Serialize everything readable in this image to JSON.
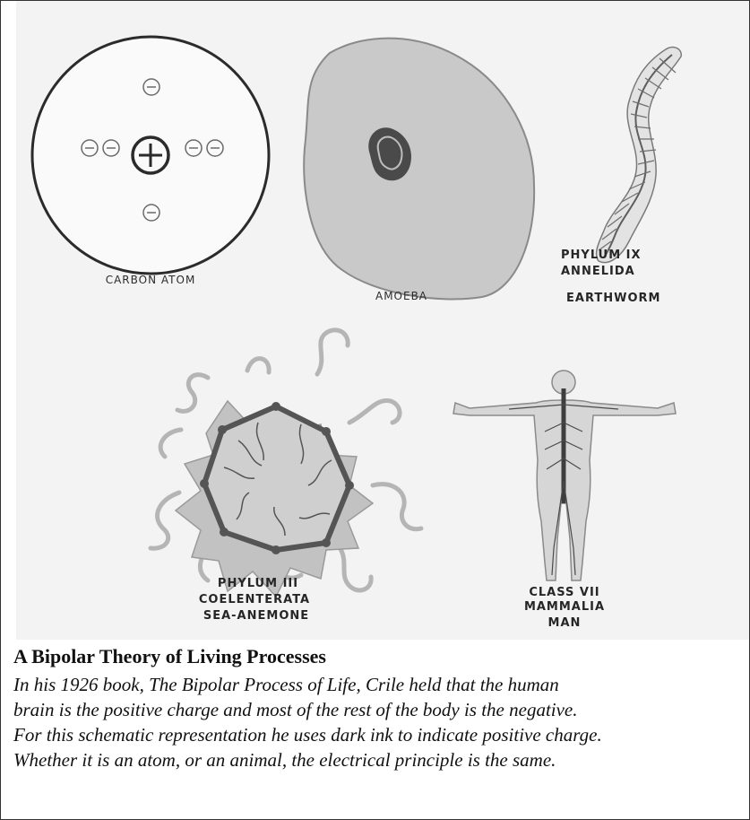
{
  "figure": {
    "panels": [
      {
        "id": "carbon-atom",
        "label": "CARBON ATOM"
      },
      {
        "id": "amoeba",
        "label": "AMOEBA"
      },
      {
        "id": "earthworm",
        "label_lines": [
          "PHYLUM IX",
          "ANNELIDA",
          "EARTHWORM"
        ]
      },
      {
        "id": "sea-anemone",
        "label_lines": [
          "PHYLUM III",
          "COELENTERATA",
          "SEA-ANEMONE"
        ]
      },
      {
        "id": "man",
        "label_lines": [
          "CLASS VII",
          "MAMMALIA",
          "MAN"
        ]
      }
    ],
    "atom_nucleus_symbol": "+",
    "atom_electron_symbol": "−",
    "colors": {
      "ink": "#2b2b2b",
      "dark_ink": "#4a4a4a",
      "light_fill": "#c9c9c9",
      "plate_bg": "#f3f3f3"
    }
  },
  "caption": {
    "title": "A Bipolar Theory of Living Processes",
    "lines": [
      "In his 1926 book, The Bipolar Process of  Life, Crile held that the human",
      "brain is the positive charge and most of  the rest of  the body is the negative.",
      "For this schematic representation  he uses dark ink to indicate positive charge.",
      "Whether it is an atom, or an animal, the electrical principle is the same."
    ]
  }
}
